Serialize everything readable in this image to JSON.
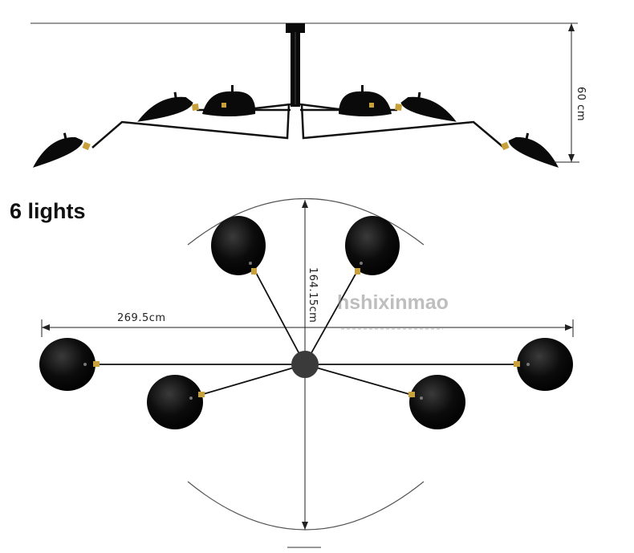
{
  "heading": "6 lights",
  "dimensions": {
    "height": "60 cm",
    "width": "269.5cm",
    "depth": "164.15cm"
  },
  "watermark": "hshixinmao",
  "colors": {
    "lamp": "#0a0a0a",
    "brass": "#c9a13a",
    "line": "#222222",
    "arc": "#555555"
  }
}
